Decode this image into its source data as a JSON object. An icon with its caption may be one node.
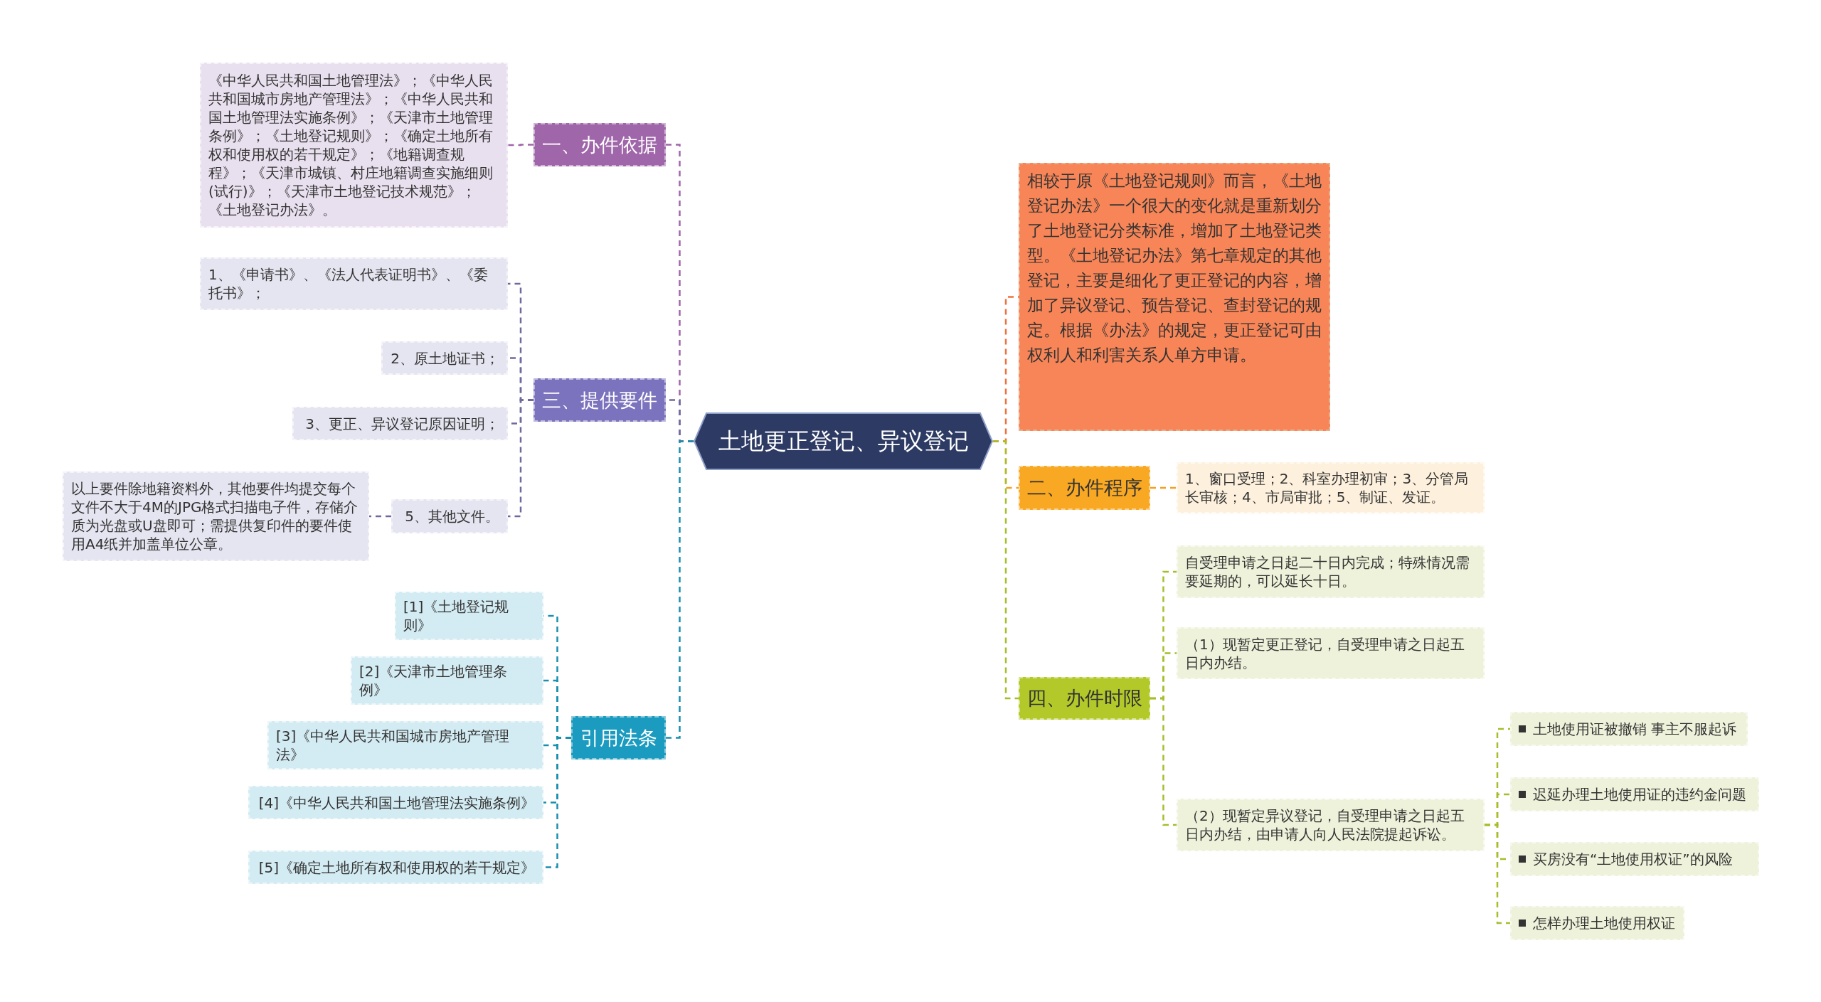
{
  "diagram": {
    "nodes": [
      {
        "text": [
          "土地更正登记、异议登记"
        ]
      },
      {
        "text": [
          "一、办件依据"
        ]
      },
      {
        "text": [
          "《中华人民共和国土地管理法》；《中华人民共和国城市房地产管理法》；《中华人民共和国土地管理法实施条例》；《天津市土地管理条例》；《土地登记规则》；《确定土地所有权和使用权的若干规定》；《地籍调查规程》；《天津市城镇、村庄地籍调查实施细则(试行)》；《天津市土地登记技术规范》；《土地登记办法》。"
        ]
      },
      {
        "text": [
          "三、提供要件"
        ]
      },
      {
        "text": [
          "1、《申请书》、《法人代表证明书》、《委托书》；"
        ]
      },
      {
        "text": [
          "2、原土地证书；"
        ]
      },
      {
        "text": [
          "3、更正、异议登记原因证明；"
        ]
      },
      {
        "text": [
          "5、其他文件。"
        ]
      },
      {
        "text": [
          "以上要件除地籍资料外，其他要件均提交每个文件不大于4M的JPG格式扫描电子件，存储介质为光盘或U盘即可；需提供复印件的要件使用A4纸并加盖单位公章。"
        ]
      },
      {
        "text": [
          "引用法条"
        ]
      },
      {
        "text": [
          "[1]《土地登记规则》"
        ]
      },
      {
        "text": [
          "[2]《天津市土地管理条例》"
        ]
      },
      {
        "text": [
          "[3]《中华人民共和国城市房地产管理法》"
        ]
      },
      {
        "text": [
          "[4]《中华人民共和国土地管理法实施条例》"
        ]
      },
      {
        "text": [
          "[5]《确定土地所有权和使用权的若干规定》"
        ]
      },
      {
        "text": [
          "相较于原《土地登记规则》而言，《土地登记办法》一个很大的变化就是重新划分了土地登记分类标准，增加了土地登记类型。《土地登记办法》第七章规定的其他登记，主要是细化了更正登记的内容，增加了异议登记、预告登记、查封登记的规定。根据《办法》的规定，更正登记可由权利人和利害关系人单方申请。"
        ]
      },
      {
        "text": [
          "二、办件程序"
        ]
      },
      {
        "text": [
          "1、窗口受理；2、科室办理初审；3、分管局长审核；4、市局审批；5、制证、发证。"
        ]
      },
      {
        "text": [
          "四、办件时限"
        ]
      },
      {
        "text": [
          "自受理申请之日起二十日内完成；特殊情况需要延期的，可以延长十日。"
        ]
      },
      {
        "text": [
          "（1）现暂定更正登记，自受理申请之日起五日内办结。"
        ]
      },
      {
        "text": [
          "（2）现暂定异议登记，自受理申请之日起五日内办结，由申请人向人民法院提起诉讼。"
        ]
      },
      {
        "text": [
          "土地使用证被撤销 事主不服起诉"
        ]
      },
      {
        "text": [
          "迟延办理土地使用证的违约金问题"
        ]
      },
      {
        "text": [
          "买房没有“土地使用权证”的风险"
        ]
      },
      {
        "text": [
          "怎样办理土地使用权证"
        ]
      }
    ],
    "edges": [
      {
        "from": 0,
        "to": 1,
        "arrow": "none",
        "style": "dashed",
        "color": "#a066aa"
      },
      {
        "from": 1,
        "to": 2,
        "arrow": "none",
        "style": "dashed",
        "color": "#a066aa"
      },
      {
        "from": 0,
        "to": 3,
        "arrow": "none",
        "style": "dashed",
        "color": "#6f6a9e"
      },
      {
        "from": 3,
        "to": 4,
        "arrow": "none",
        "style": "dashed",
        "color": "#6f6a9e"
      },
      {
        "from": 3,
        "to": 5,
        "arrow": "none",
        "style": "dashed",
        "color": "#6f6a9e"
      },
      {
        "from": 3,
        "to": 6,
        "arrow": "none",
        "style": "dashed",
        "color": "#6f6a9e"
      },
      {
        "from": 3,
        "to": 7,
        "arrow": "none",
        "style": "dashed",
        "color": "#6f6a9e"
      },
      {
        "from": 7,
        "to": 8,
        "arrow": "none",
        "style": "dashed",
        "color": "#6f6a9e"
      },
      {
        "from": 0,
        "to": 9,
        "arrow": "none",
        "style": "dashed",
        "color": "#1a8fae"
      },
      {
        "from": 9,
        "to": 10,
        "arrow": "none",
        "style": "dashed",
        "color": "#1a8fae"
      },
      {
        "from": 9,
        "to": 11,
        "arrow": "none",
        "style": "dashed",
        "color": "#1a8fae"
      },
      {
        "from": 9,
        "to": 12,
        "arrow": "none",
        "style": "dashed",
        "color": "#1a8fae"
      },
      {
        "from": 9,
        "to": 13,
        "arrow": "none",
        "style": "dashed",
        "color": "#1a8fae"
      },
      {
        "from": 9,
        "to": 14,
        "arrow": "none",
        "style": "dashed",
        "color": "#1a8fae"
      },
      {
        "from": 0,
        "to": 15,
        "arrow": "none",
        "style": "dashed",
        "color": "#f0703c"
      },
      {
        "from": 0,
        "to": 16,
        "arrow": "none",
        "style": "dashed",
        "color": "#f5a020"
      },
      {
        "from": 16,
        "to": 17,
        "arrow": "none",
        "style": "dashed",
        "color": "#f5a020"
      },
      {
        "from": 0,
        "to": 18,
        "arrow": "none",
        "style": "dashed",
        "color": "#a8bd2a"
      },
      {
        "from": 18,
        "to": 19,
        "arrow": "none",
        "style": "dashed",
        "color": "#a8bd2a"
      },
      {
        "from": 18,
        "to": 20,
        "arrow": "none",
        "style": "dashed",
        "color": "#a8bd2a"
      },
      {
        "from": 18,
        "to": 21,
        "arrow": "none",
        "style": "dashed",
        "color": "#a8bd2a"
      },
      {
        "from": 21,
        "to": 22,
        "arrow": "none",
        "style": "dashed",
        "color": "#a8bd2a"
      },
      {
        "from": 21,
        "to": 23,
        "arrow": "none",
        "style": "dashed",
        "color": "#a8bd2a"
      },
      {
        "from": 21,
        "to": 24,
        "arrow": "none",
        "style": "dashed",
        "color": "#a8bd2a"
      },
      {
        "from": 21,
        "to": 25,
        "arrow": "none",
        "style": "dashed",
        "color": "#a8bd2a"
      }
    ]
  }
}
